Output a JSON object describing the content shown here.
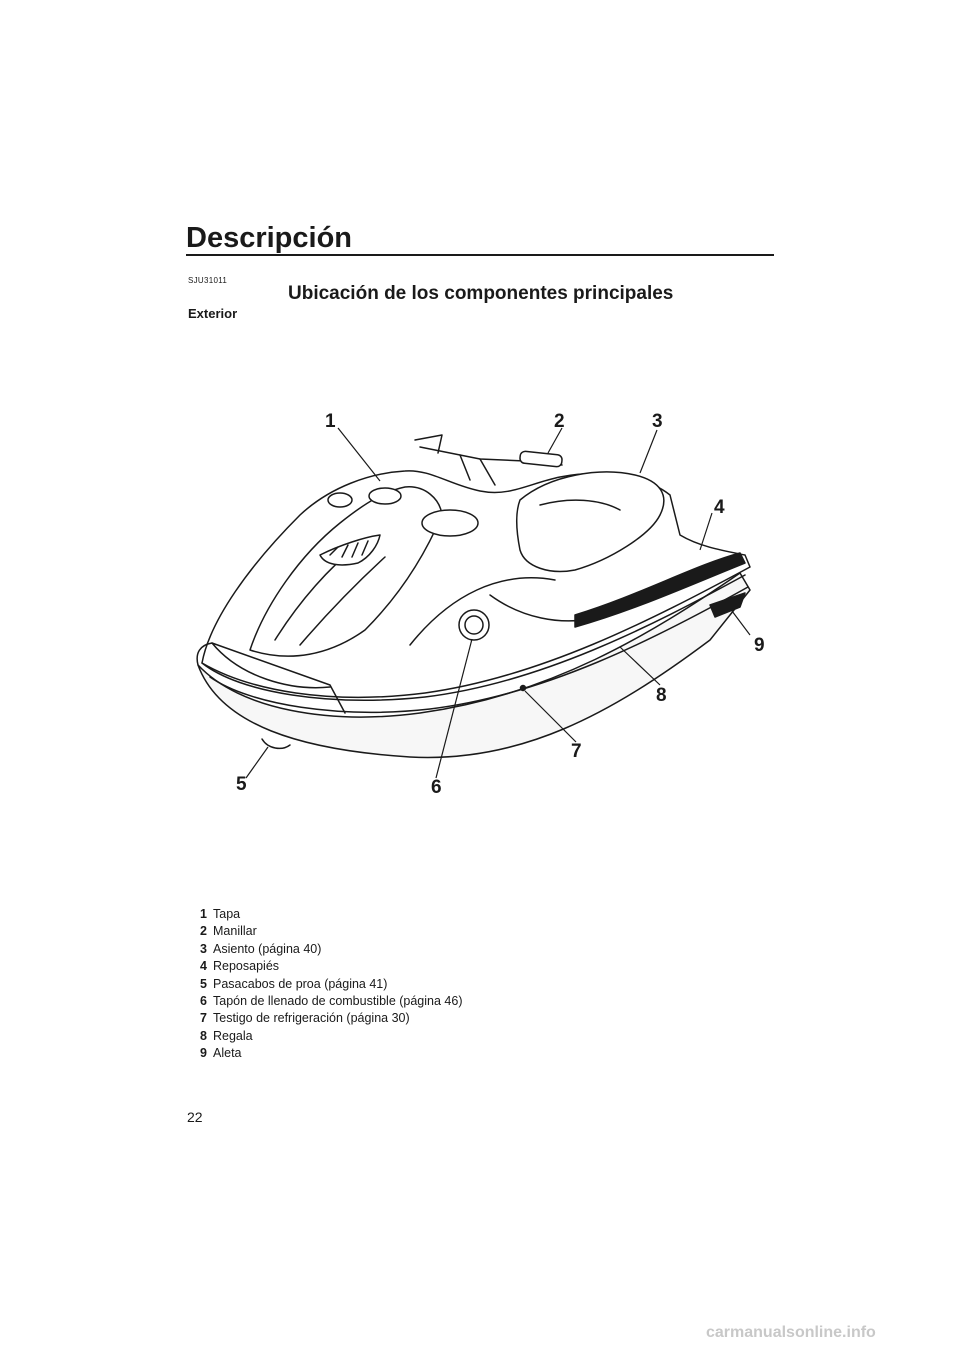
{
  "header": {
    "chapter_title": "Descripción"
  },
  "section": {
    "ref_code": "SJU31011",
    "title": "Ubicación de los componentes principales",
    "subsection": "Exterior"
  },
  "figure": {
    "callouts": [
      "1",
      "2",
      "3",
      "4",
      "5",
      "6",
      "7",
      "8",
      "9"
    ]
  },
  "legend": [
    {
      "num": "1",
      "text": "Tapa"
    },
    {
      "num": "2",
      "text": "Manillar"
    },
    {
      "num": "3",
      "text": "Asiento (página 40)"
    },
    {
      "num": "4",
      "text": "Reposapiés"
    },
    {
      "num": "5",
      "text": "Pasacabos de proa (página 41)"
    },
    {
      "num": "6",
      "text": "Tapón de llenado de combustible (página 46)"
    },
    {
      "num": "7",
      "text": "Testigo de refrigeración (página 30)"
    },
    {
      "num": "8",
      "text": "Regala"
    },
    {
      "num": "9",
      "text": "Aleta"
    }
  ],
  "footer": {
    "page_number": "22",
    "watermark": "carmanualsonline.info"
  }
}
